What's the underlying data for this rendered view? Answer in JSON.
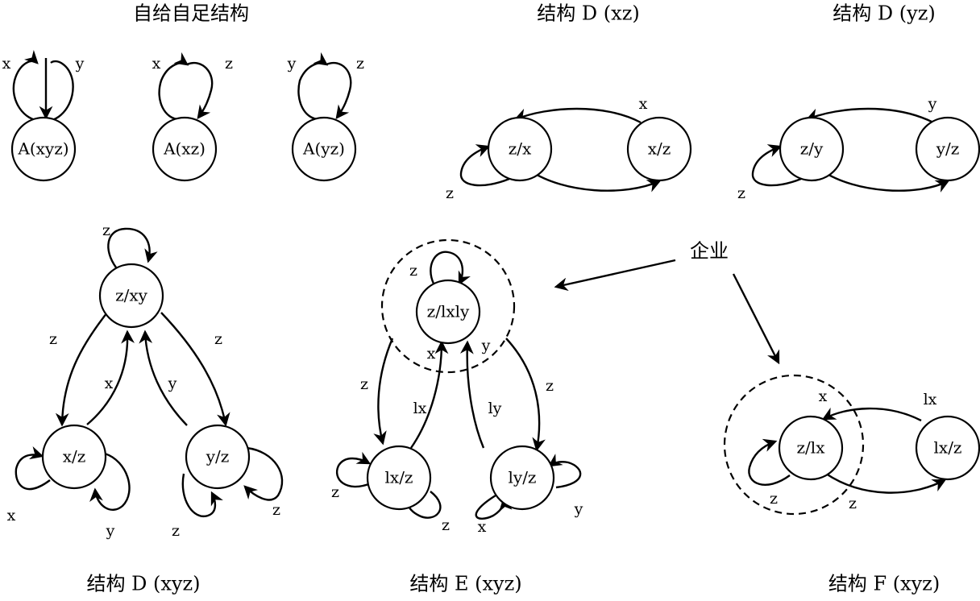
{
  "titles": {
    "self_sufficient": "自给自足结构",
    "d_xz": "结构 D (xz)",
    "d_yz": "结构 D (yz)",
    "d_xyz": "结构 D (xyz)",
    "e_xyz": "结构 E (xyz)",
    "f_xyz": "结构 F (xyz)"
  },
  "callout": "企业",
  "nodes": {
    "a_xyz": "A(xyz)",
    "a_xz": "A(xz)",
    "a_yz": "A(yz)",
    "dxz_zx": "z/x",
    "dxz_xz": "x/z",
    "dyz_zy": "z/y",
    "dyz_yz": "y/z",
    "dxyz_top": "z/xy",
    "dxyz_left": "x/z",
    "dxyz_right": "y/z",
    "e_top": "z/lxly",
    "e_left": "lx/z",
    "e_right": "ly/z",
    "f_left": "z/lx",
    "f_right": "lx/z"
  },
  "edge_labels": {
    "ax_x": "x",
    "ax_y": "y",
    "axz_x": "x",
    "axz_z": "z",
    "ayz_y": "y",
    "ayz_z": "z",
    "dxz_x": "x",
    "dxz_z": "z",
    "dyz_y": "y",
    "dyz_z": "z",
    "dxyz_self_z": "z",
    "dxyz_left_z": "z",
    "dxyz_left_x": "x",
    "dxyz_right_y": "y",
    "dxyz_right_z": "z",
    "dxyz_ll_x": "x",
    "dxyz_ll_y": "y",
    "dxyz_rl_z": "z",
    "dxyz_rl_z2": "z",
    "e_self_z": "z",
    "e_left_z": "z",
    "e_x": "x",
    "e_lx": "lx",
    "e_ly": "ly",
    "e_y": "y",
    "e_right_z": "z",
    "e_ll_z": "z",
    "e_ll_z2": "z",
    "e_rl_x": "x",
    "e_rl_y": "y",
    "f_x": "x",
    "f_lx": "lx",
    "f_z": "z",
    "f_z2": "z"
  }
}
